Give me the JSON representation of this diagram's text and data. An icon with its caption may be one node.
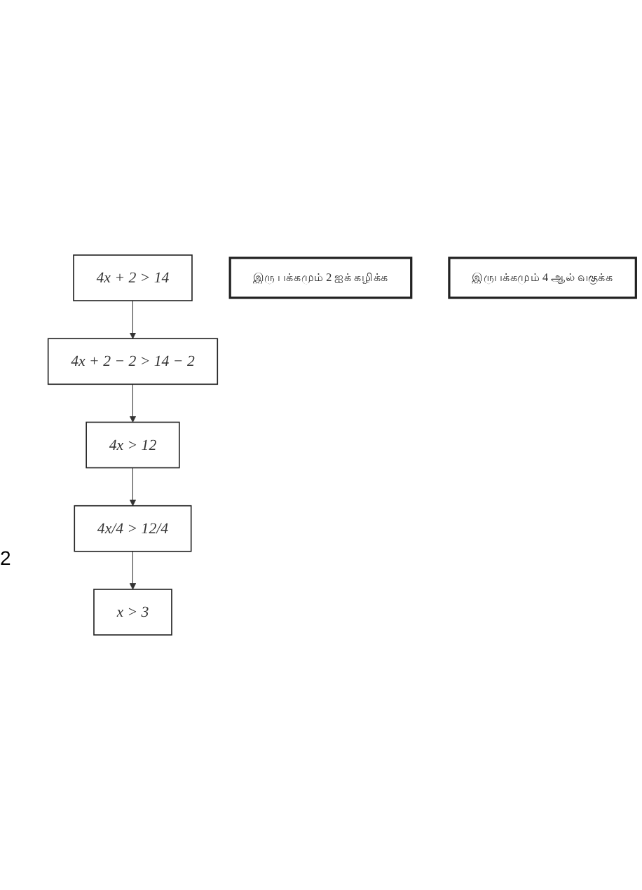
{
  "diagram": {
    "nodes": [
      {
        "text": [
          "4x + 2 > 14"
        ]
      },
      {
        "text": [
          "4x + 2 − 2 > 14 − 2"
        ]
      },
      {
        "text": [
          "இரு பக்கமும் 2 ஐக் கழிக்க"
        ]
      },
      {
        "text": [
          "4x > 12"
        ]
      },
      {
        "text": [
          "4x/4 > 12/4"
        ]
      },
      {
        "text": [
          "இருபக்கமும் 4 ஆல் வகுக்க"
        ]
      },
      {
        "text": [
          "x > 3"
        ]
      }
    ],
    "edges": [
      {
        "from": 0,
        "to": 1,
        "arrow": "to"
      },
      {
        "from": 1,
        "to": 3,
        "arrow": "to"
      },
      {
        "from": 3,
        "to": 4,
        "arrow": "to"
      },
      {
        "from": 4,
        "to": 6,
        "arrow": "to"
      }
    ],
    "labels": [
      "2"
    ]
  }
}
